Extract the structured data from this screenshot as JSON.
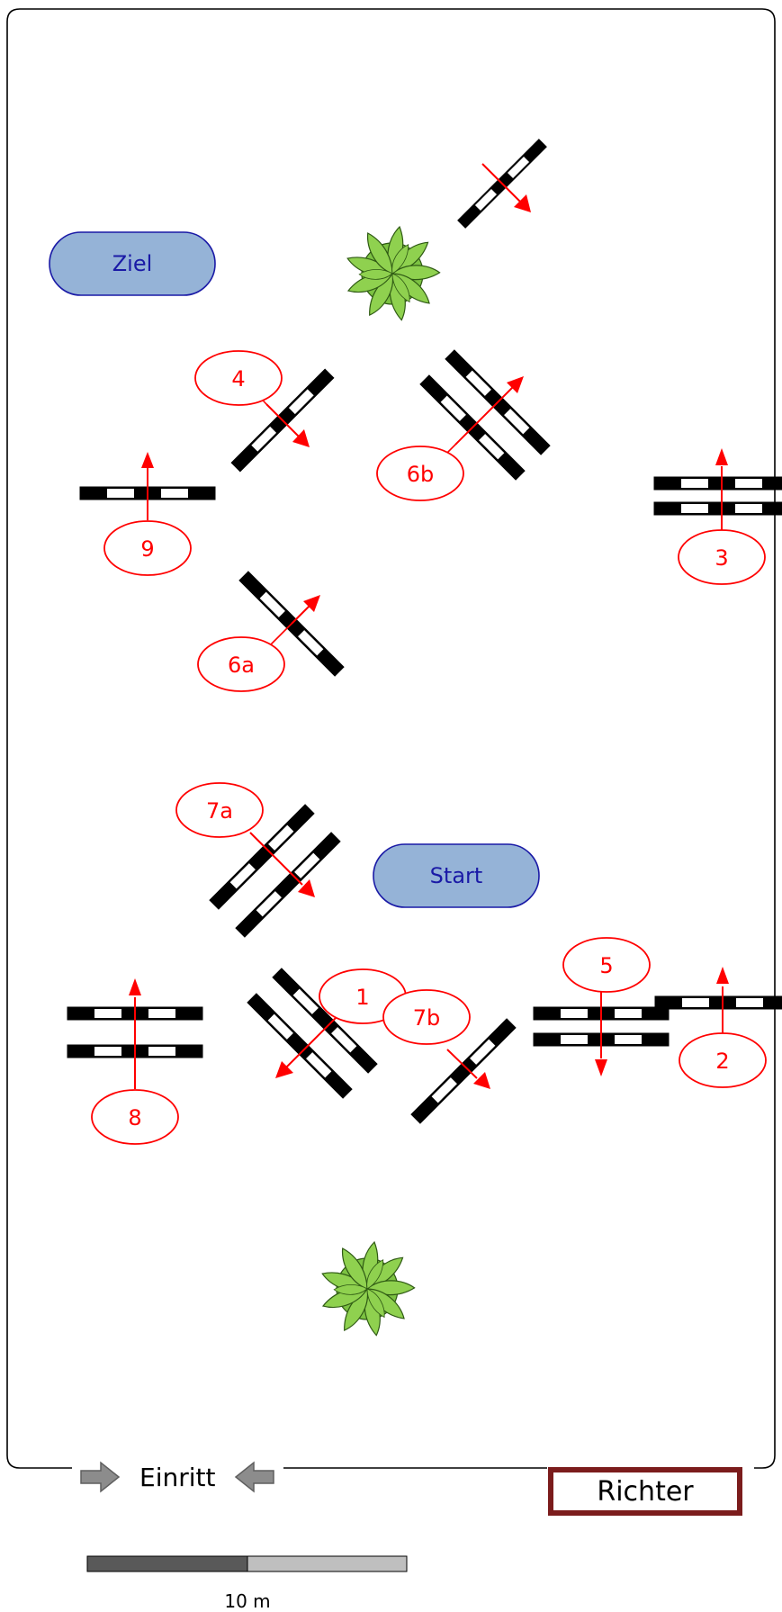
{
  "zones": {
    "finish": "Ziel",
    "start": "Start"
  },
  "entrance": {
    "label": "Einritt"
  },
  "judge": {
    "label": "Richter"
  },
  "scale": {
    "label": "10 m"
  },
  "obstacles": [
    {
      "number": "1"
    },
    {
      "number": "2"
    },
    {
      "number": "3"
    },
    {
      "number": "4"
    },
    {
      "number": "5"
    },
    {
      "number": "6a"
    },
    {
      "number": "6b"
    },
    {
      "number": "7a"
    },
    {
      "number": "7b"
    },
    {
      "number": "8"
    },
    {
      "number": "9"
    }
  ],
  "colors": {
    "obstacle_label": "#ff0000",
    "zone_fill": "#95b3d7",
    "zone_text": "#1a1aa6",
    "judge_border": "#7b1c1c",
    "plant": "#8fd14f",
    "arrow_gray": "#808080"
  }
}
